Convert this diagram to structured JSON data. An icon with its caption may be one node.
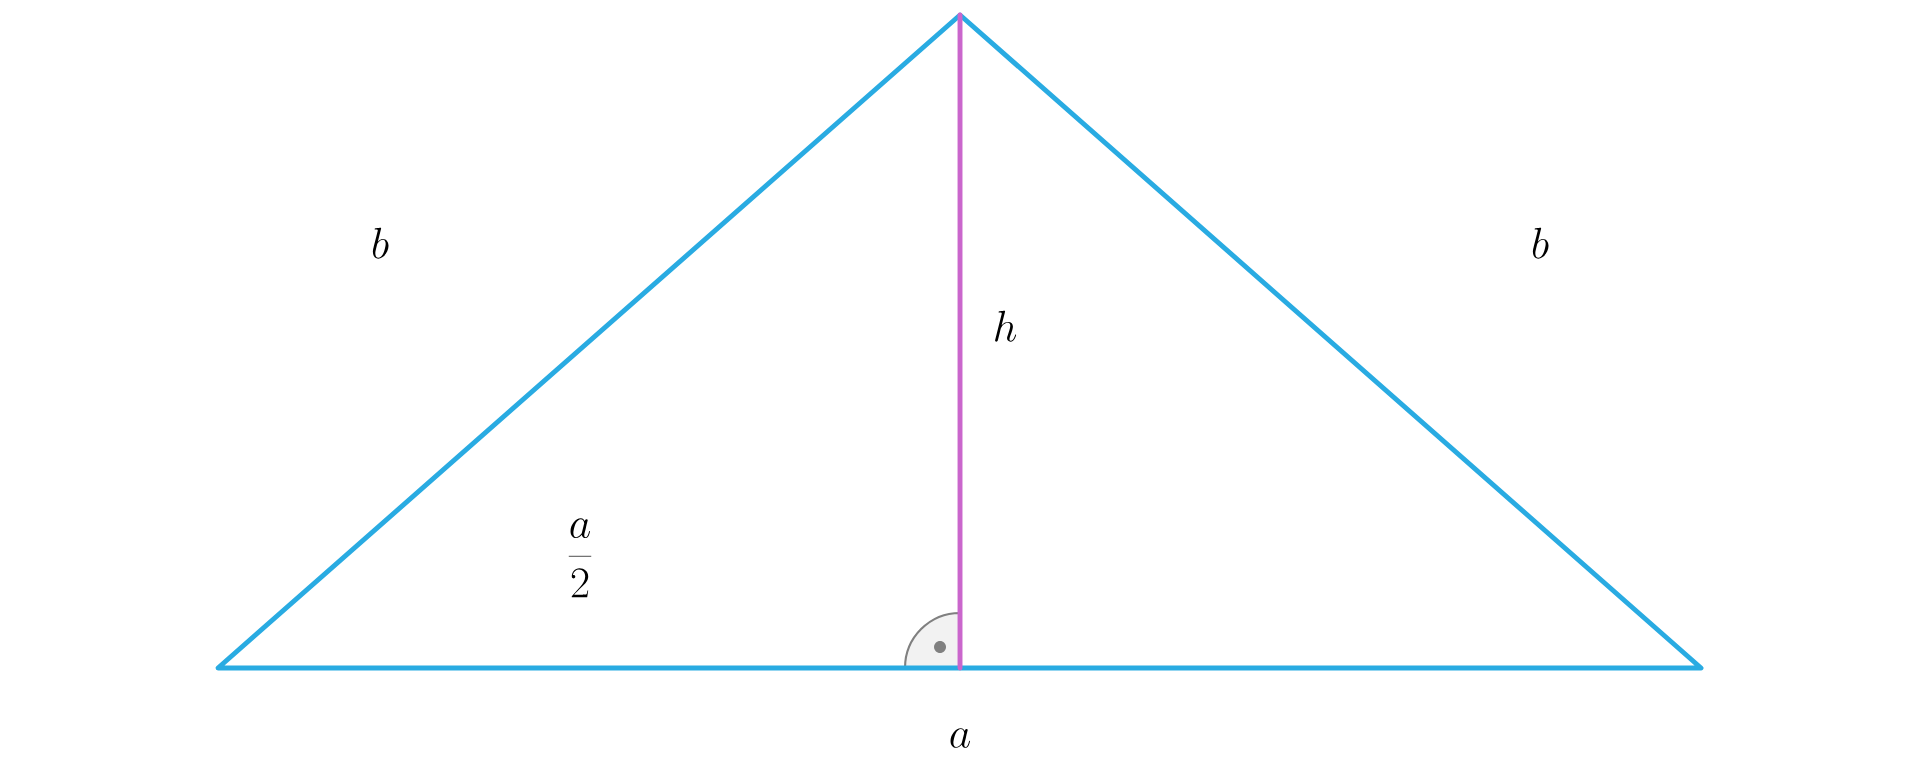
{
  "diagram": {
    "labels": [
      "b",
      "b",
      "h",
      "\\frac{a}{2}",
      "a"
    ]
  }
}
